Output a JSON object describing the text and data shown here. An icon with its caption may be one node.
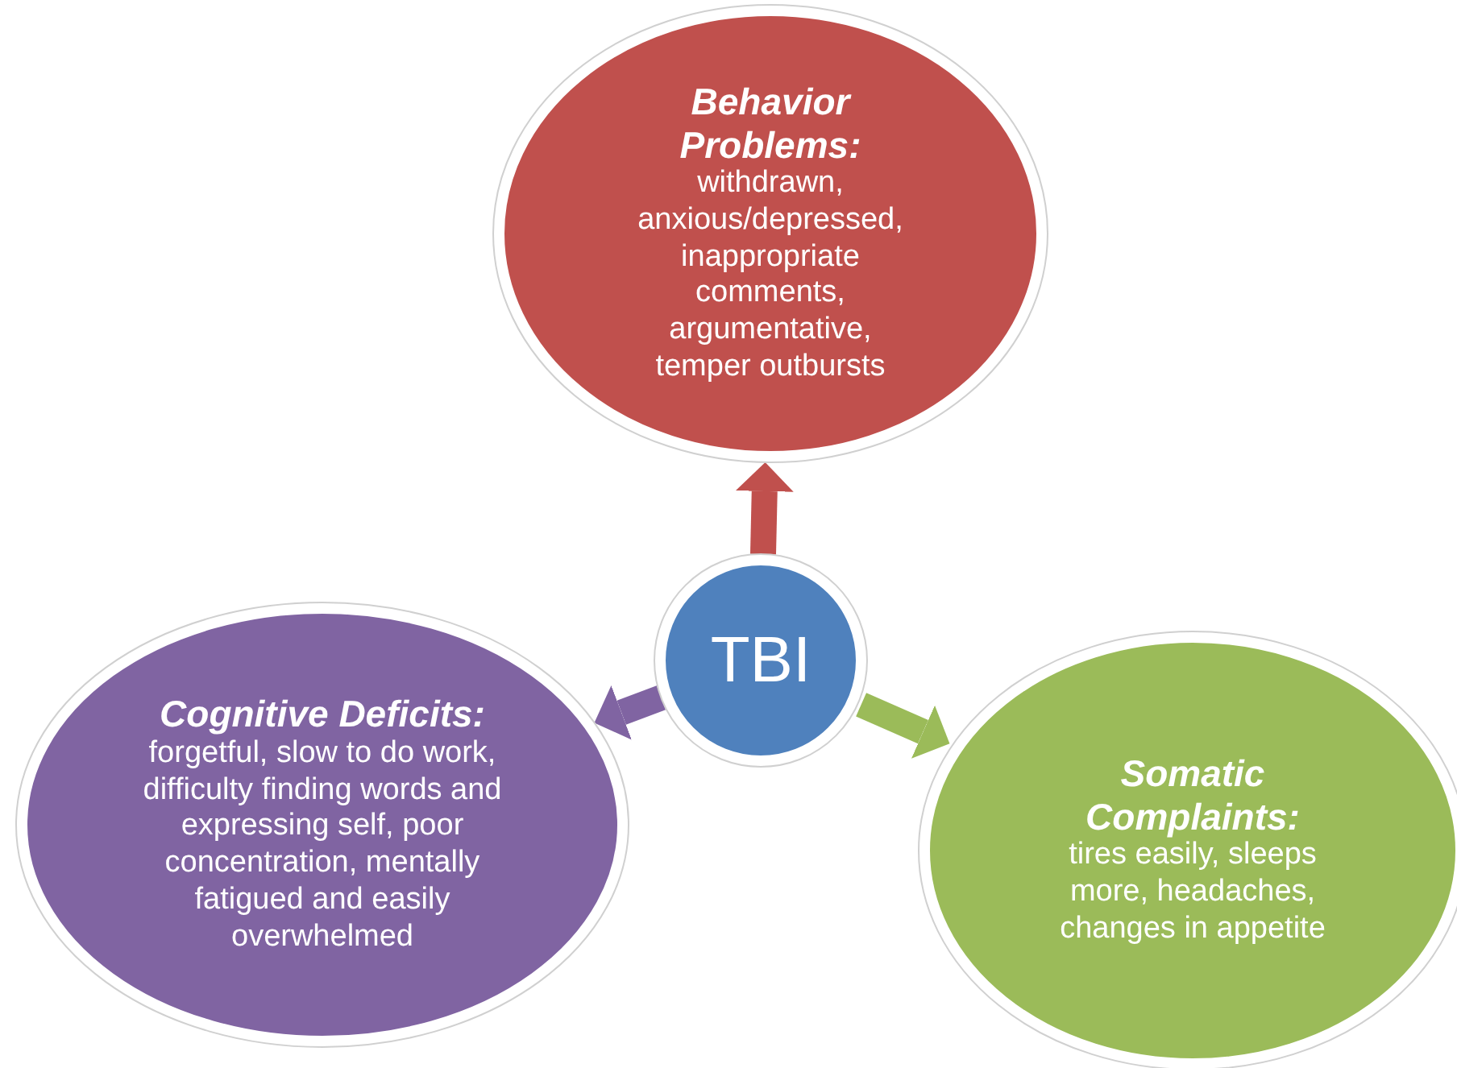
{
  "diagram": {
    "nodes": [
      {
        "text": [
          "Behavior Problems:",
          "withdrawn, anxious/depressed, inappropriate comments, argumentative, temper outbursts"
        ]
      },
      {
        "text": [
          "TBI"
        ]
      },
      {
        "text": [
          "**Cognitive Deficits**:",
          "forgetful, slow to do work, difficulty finding words and expressing self, poor concentration, mentally fatigued and easily overwhelmed"
        ]
      },
      {
        "text": [
          "Somatic Complaints:",
          "tires easily, sleeps more, headaches, changes in appetite"
        ]
      }
    ],
    "edges": [
      {
        "from": 1,
        "to": 0,
        "arrow": "to",
        "color": "#c0504d"
      },
      {
        "from": 1,
        "to": 2,
        "arrow": "to",
        "color": "#8064a2"
      },
      {
        "from": 1,
        "to": 3,
        "arrow": "to",
        "color": "#9bbb59"
      }
    ]
  }
}
